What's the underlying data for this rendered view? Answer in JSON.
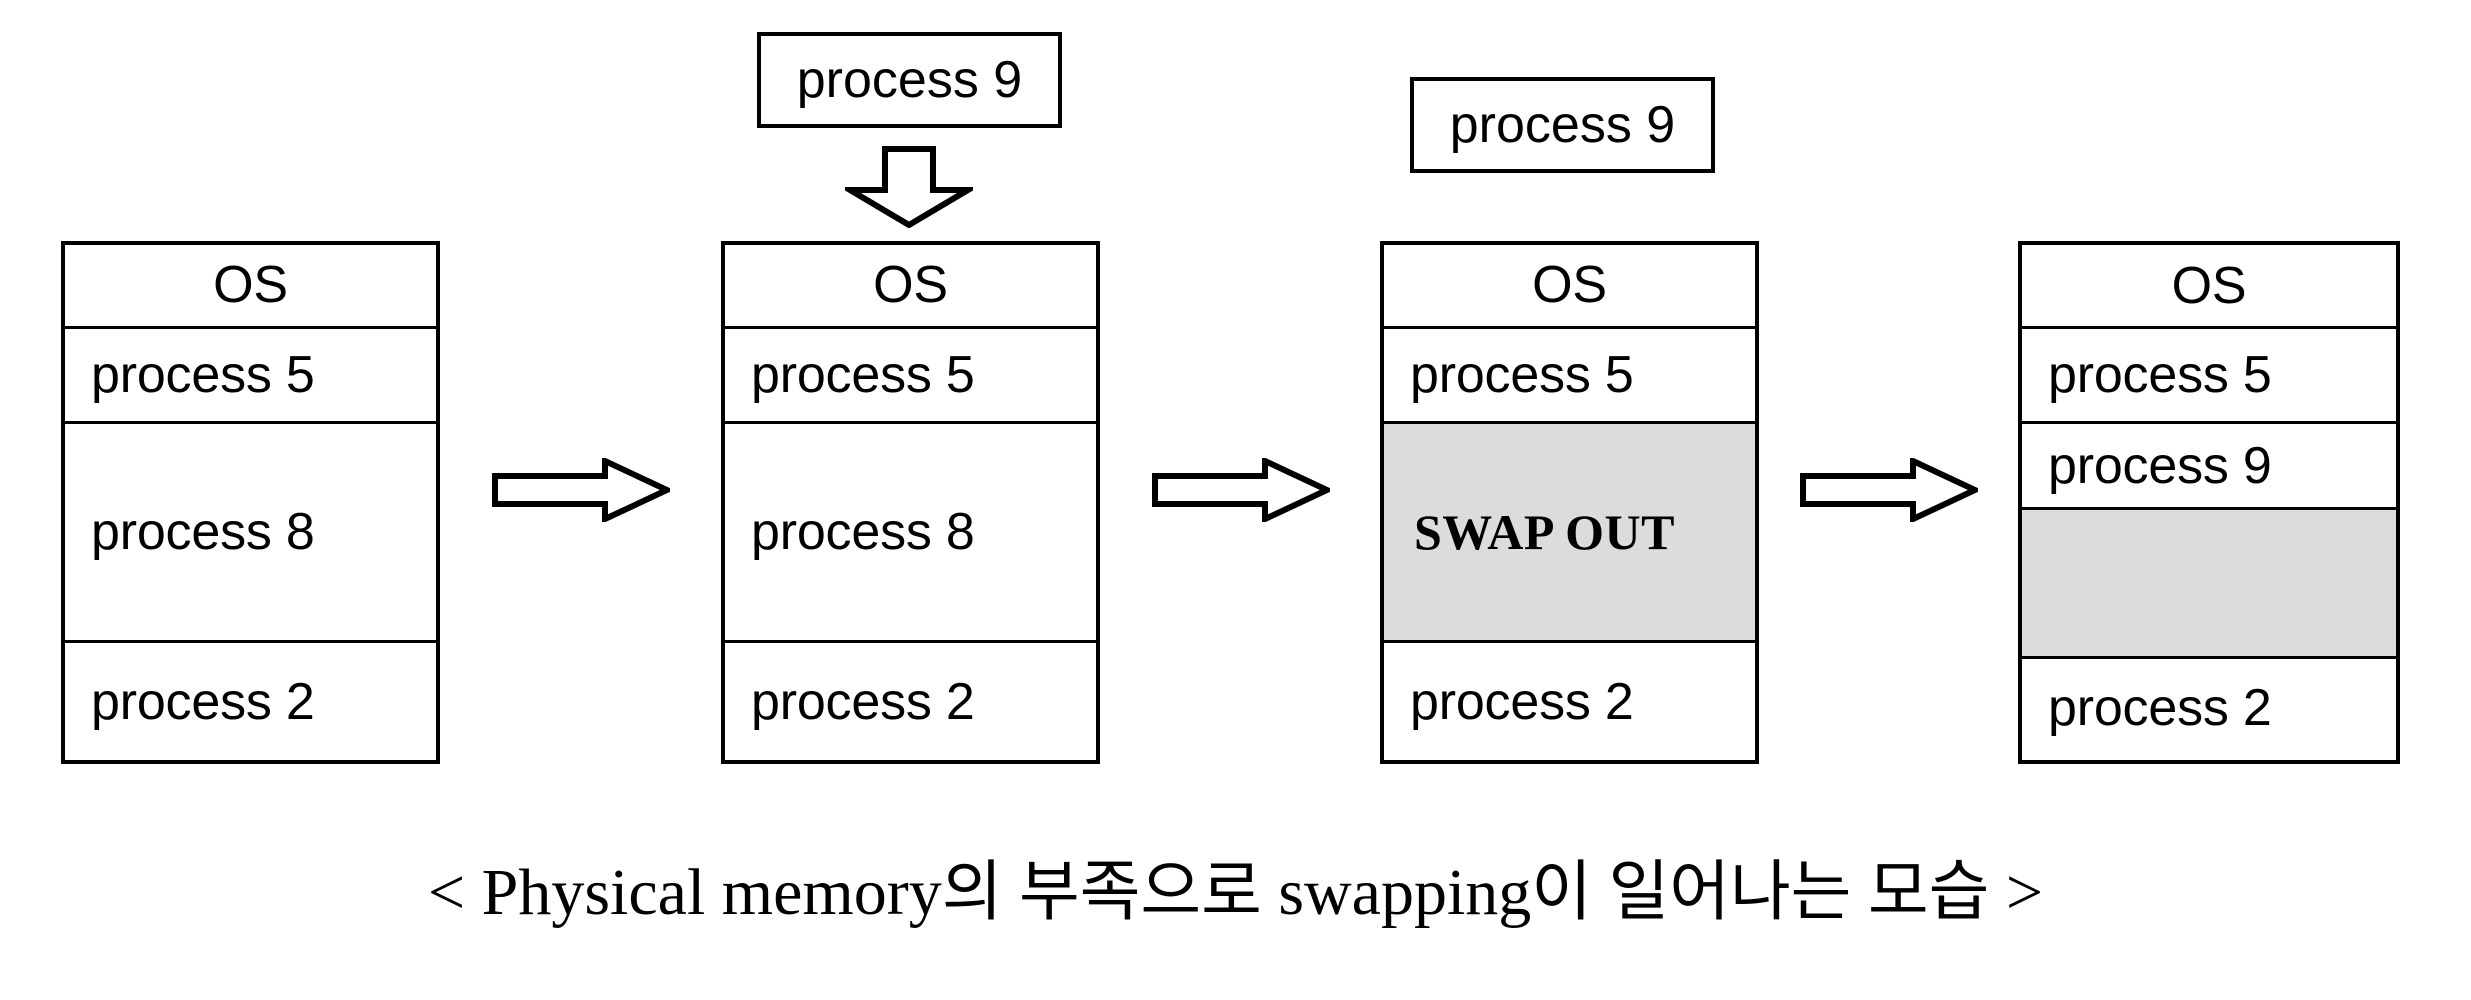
{
  "diagram": {
    "title_caption": "< Physical memory의 부족으로 swapping이 일어나는 모습 >",
    "shaded_color": "#dcdcdc",
    "line_color": "#000000",
    "background_color": "#ffffff",
    "stages": [
      {
        "id": "stage-1",
        "name": "initial-memory",
        "incoming_box": null,
        "rows": [
          {
            "label": "OS",
            "shaded": false,
            "align": "center"
          },
          {
            "label": "process 5",
            "shaded": false,
            "align": "left"
          },
          {
            "label": "process 8",
            "shaded": false,
            "align": "left"
          },
          {
            "label": "process 2",
            "shaded": false,
            "align": "left"
          }
        ]
      },
      {
        "id": "stage-2",
        "name": "process-9-arrives",
        "incoming_box": {
          "label": "process 9",
          "has_down_arrow": true
        },
        "rows": [
          {
            "label": "OS",
            "shaded": false,
            "align": "center"
          },
          {
            "label": "process 5",
            "shaded": false,
            "align": "left"
          },
          {
            "label": "process 8",
            "shaded": false,
            "align": "left"
          },
          {
            "label": "process 2",
            "shaded": false,
            "align": "left"
          }
        ]
      },
      {
        "id": "stage-3",
        "name": "process-8-swapped-out",
        "incoming_box": {
          "label": "process 9",
          "has_down_arrow": false
        },
        "rows": [
          {
            "label": "OS",
            "shaded": false,
            "align": "center"
          },
          {
            "label": "process 5",
            "shaded": false,
            "align": "left"
          },
          {
            "label": "SWAP OUT",
            "shaded": true,
            "align": "left"
          },
          {
            "label": "process 2",
            "shaded": false,
            "align": "left"
          }
        ]
      },
      {
        "id": "stage-4",
        "name": "process-9-loaded",
        "incoming_box": null,
        "rows": [
          {
            "label": "OS",
            "shaded": false,
            "align": "center"
          },
          {
            "label": "process 5",
            "shaded": false,
            "align": "left"
          },
          {
            "label": "process 9",
            "shaded": false,
            "align": "left"
          },
          {
            "label": "",
            "shaded": true,
            "align": "left"
          },
          {
            "label": "process 2",
            "shaded": false,
            "align": "left"
          }
        ]
      }
    ],
    "transition_arrows": [
      {
        "name": "arrow-stage1-to-stage2",
        "direction": "right"
      },
      {
        "name": "arrow-stage2-to-stage3",
        "direction": "right"
      },
      {
        "name": "arrow-stage3-to-stage4",
        "direction": "right"
      }
    ],
    "down_arrow": {
      "name": "arrow-process9-into-memory",
      "direction": "down"
    }
  }
}
